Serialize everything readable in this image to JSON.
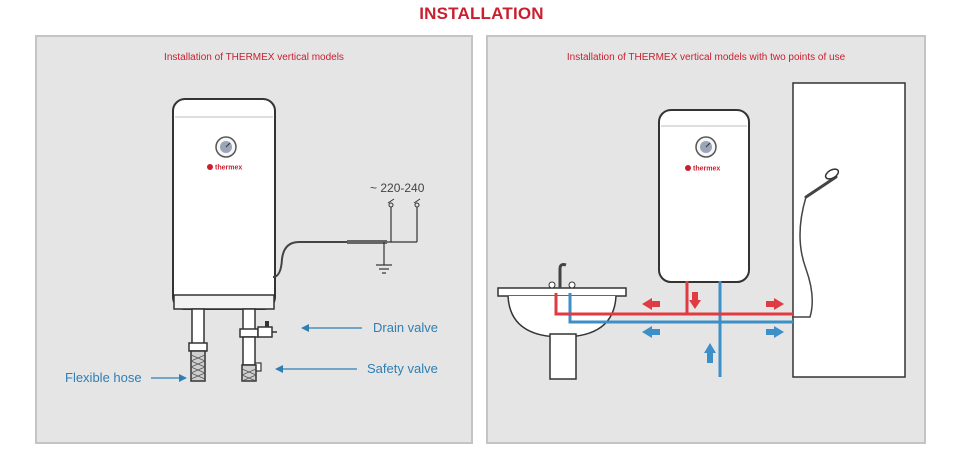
{
  "header": {
    "title": "INSTALLATION"
  },
  "left_panel": {
    "title": "Installation of THERMEX vertical models",
    "brand": "thermex",
    "voltage": "~ 220-240",
    "labels": {
      "drain_valve": "Drain valve",
      "safety_valve": "Safety valve",
      "flexible_hose": "Flexible hose"
    }
  },
  "right_panel": {
    "title": "Installation of THERMEX vertical models with two points of use",
    "brand": "thermex"
  },
  "colors": {
    "accent_red": "#c8202f",
    "label_blue": "#2f7fb2",
    "hot_pipe": "#e03a43",
    "cold_pipe": "#3d8fc8",
    "panel_bg": "#e5e5e6"
  }
}
